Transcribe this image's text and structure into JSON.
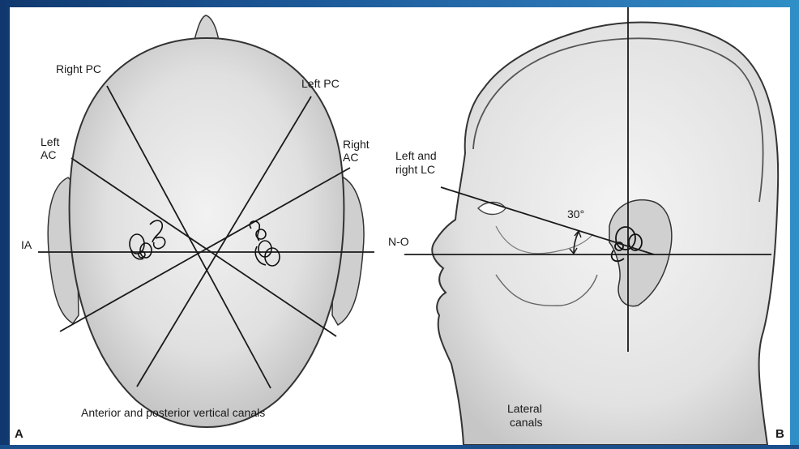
{
  "panel_a": {
    "letter": "A",
    "labels": {
      "right_pc": "Right PC",
      "left_pc": "Left PC",
      "left_ac_1": "Left",
      "left_ac_2": "AC",
      "right_ac_1": "Right",
      "right_ac_2": "AC",
      "ia": "IA"
    },
    "caption": "Anterior and posterior vertical canals"
  },
  "panel_b": {
    "letter": "B",
    "labels": {
      "lc_1": "Left and",
      "lc_2": "right LC",
      "angle": "30°",
      "no": "N-O"
    },
    "caption_1": "Lateral",
    "caption_2": "canals"
  },
  "colors": {
    "frame_left": "#10386e",
    "frame_right": "#2f8fc7",
    "head_fill": "#e2e2e2",
    "line": "#1a1a1a"
  }
}
